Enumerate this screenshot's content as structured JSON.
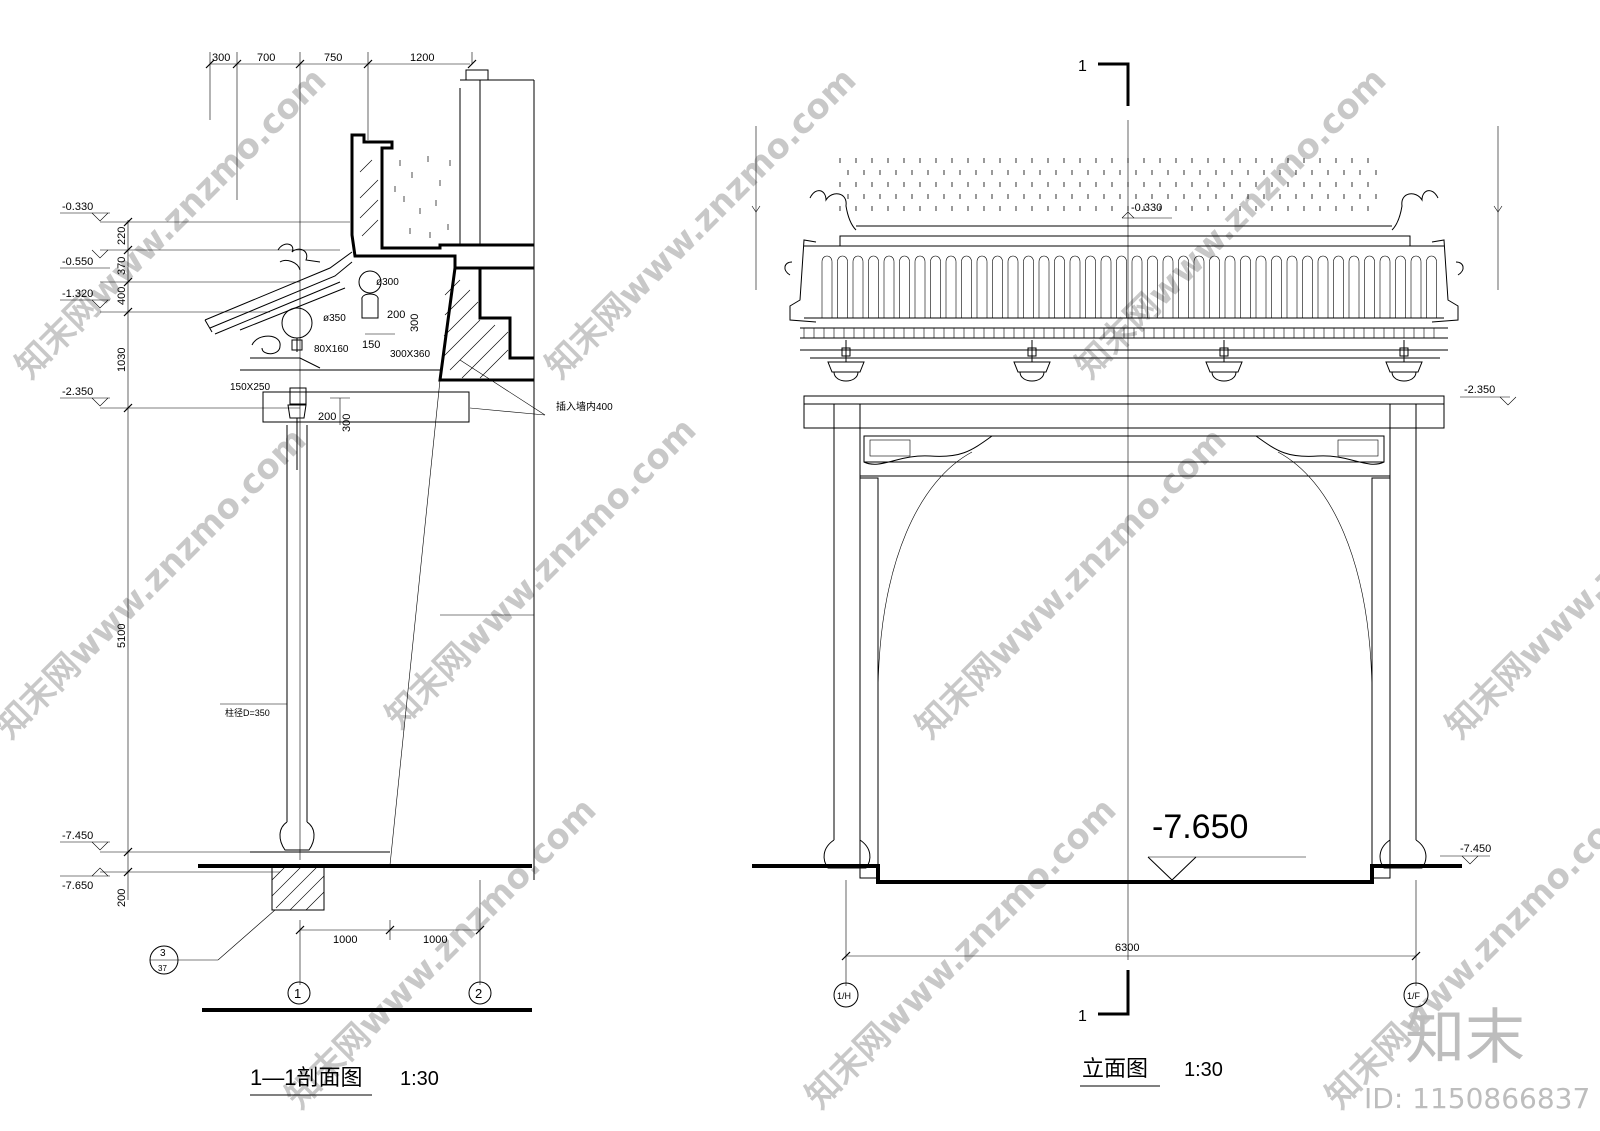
{
  "section": {
    "top_dims": [
      "300",
      "700",
      "750",
      "1200"
    ],
    "levels": [
      "-0.330",
      "-0.550",
      "-1.320",
      "-2.350",
      "-7.450",
      "-7.650"
    ],
    "left_dims": [
      "220",
      "370",
      "400",
      "1030",
      "5100",
      "200"
    ],
    "notes": {
      "d300": "ø300",
      "d350": "ø350",
      "s80x160": "80X160",
      "s300x360": "300X360",
      "s150x250": "150X250",
      "wall": "插入墙内400",
      "col": "柱径D=350",
      "n200a": "200",
      "n150": "150",
      "n300a": "300",
      "n200b": "200",
      "n300b": "300"
    },
    "bottom_dims": [
      "1000",
      "1000"
    ],
    "axes": [
      "1",
      "2"
    ],
    "callout_top": "3",
    "callout_bottom": "37",
    "title": "1—1剖面图",
    "scale": "1:30"
  },
  "elevation": {
    "cut_mark": "1",
    "cut_mark_bottom": "1",
    "level_top": "-0.330",
    "level_left": "-2.350",
    "level_right": "-7.450",
    "big_level": "-7.650",
    "span": "6300",
    "axis_left": "1/H",
    "axis_right": "1/F",
    "title": "立面图",
    "scale": "1:30"
  },
  "watermark": {
    "text": "知末网www.znzmo.com",
    "logo": "知末",
    "id": "ID: 1150866837"
  }
}
